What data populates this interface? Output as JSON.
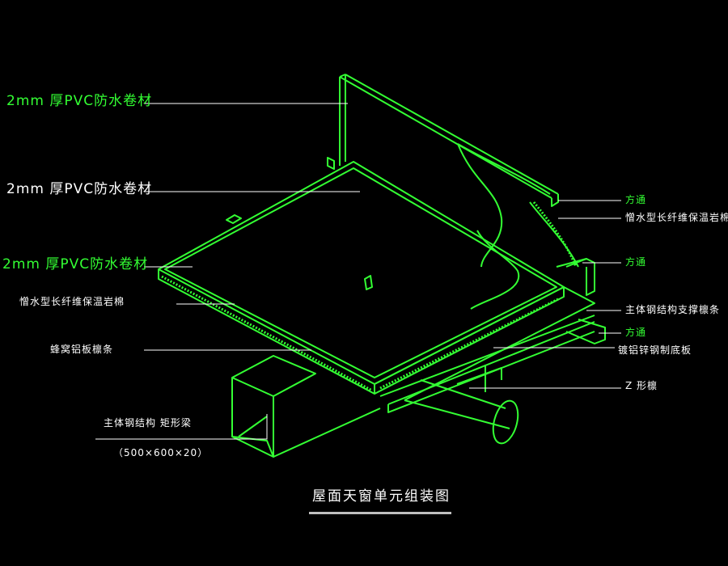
{
  "labels": {
    "pvc_top": "2mm 厚PVC防水卷材",
    "pvc_mid": "2mm 厚PVC防水卷材",
    "pvc_low": "2mm 厚PVC防水卷材",
    "insulation_left": "憎水型长纤维保温岩棉",
    "honeycomb": "蜂窝铝板檩条",
    "main_beam": "主体钢结构 矩形梁",
    "beam_size": "（500×600×20）",
    "square_tube_1": "方通",
    "insulation_right": "憎水型长纤维保温岩棉",
    "square_tube_2": "方通",
    "purlin_support": "主体钢结构支撑檩条",
    "square_tube_3": "方通",
    "steel_base": "镀铝锌钢制底板",
    "z_purlin": "Z 形檩"
  },
  "caption": "屋面天窗单元组装图",
  "colors": {
    "line_green": "#33ff33",
    "leader_white": "#ffffff",
    "background": "#000000"
  }
}
